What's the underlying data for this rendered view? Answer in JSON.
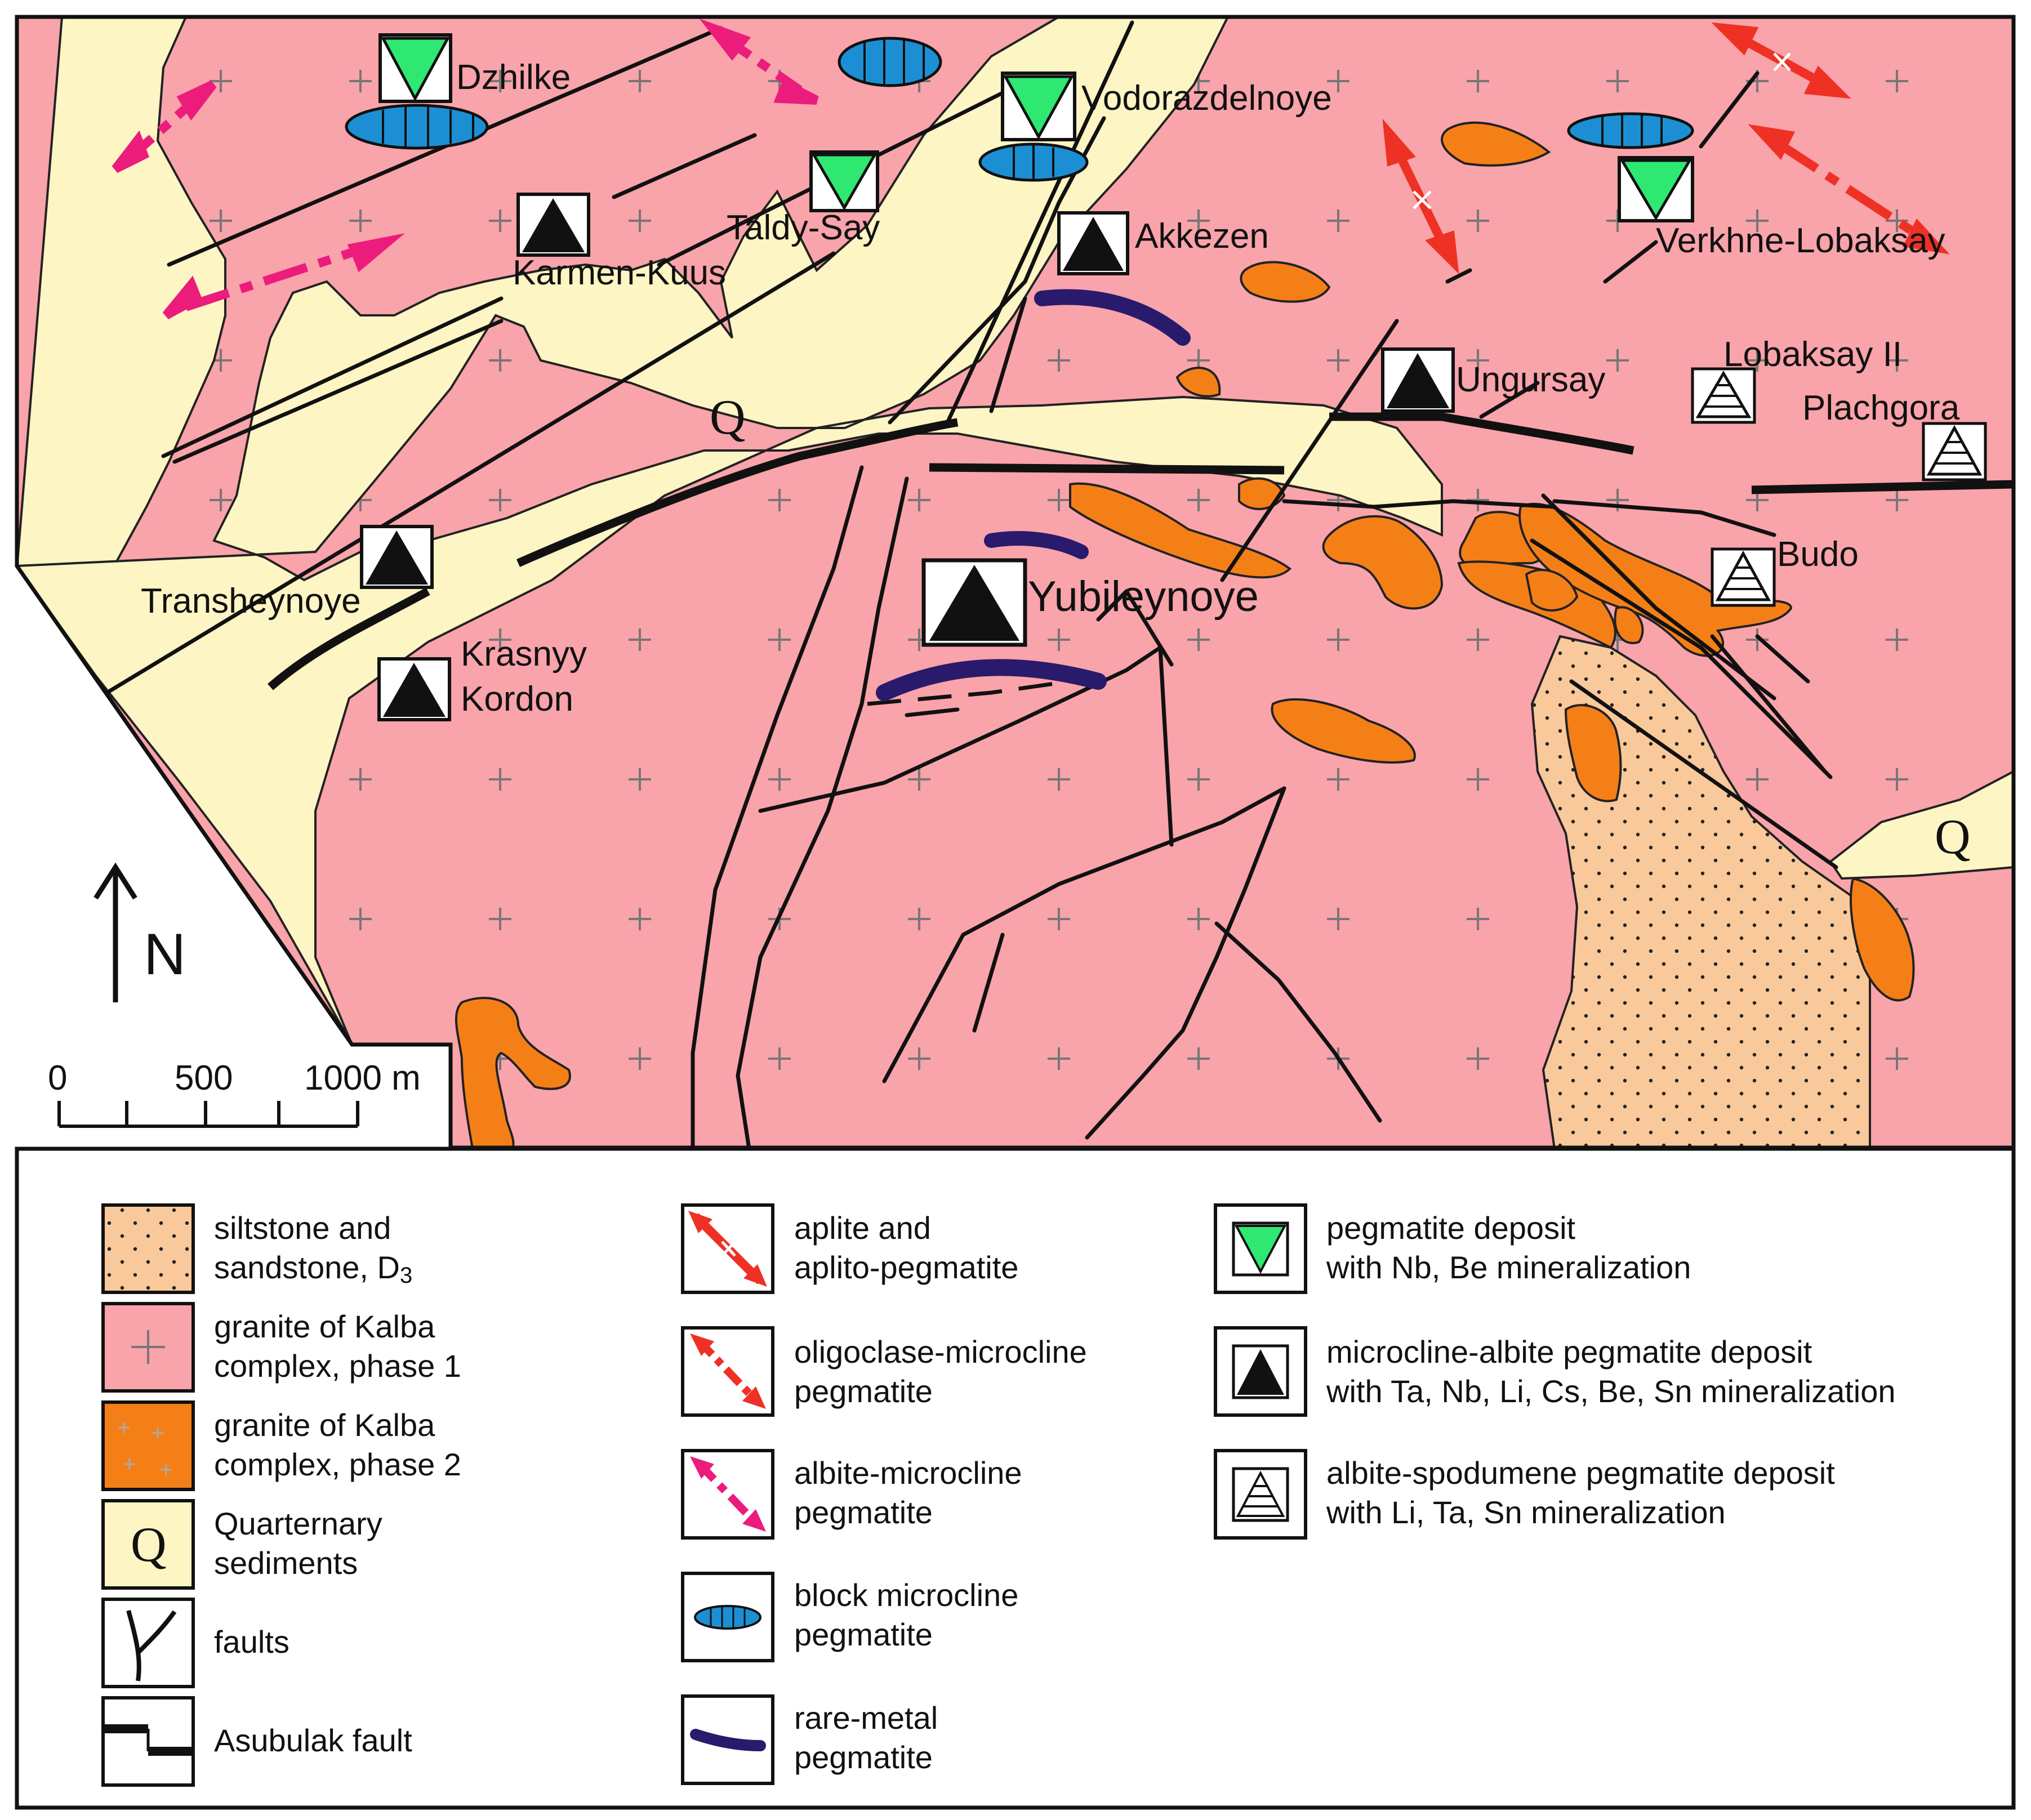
{
  "map": {
    "north_label": "N",
    "quaternary_symbol": "Q",
    "scale": {
      "labels": [
        "0",
        "500",
        "1000 m"
      ]
    },
    "deposits": [
      {
        "name": "Dzhilke",
        "type": "nb-be"
      },
      {
        "name": "Vodorazdelnoye",
        "type": "nb-be"
      },
      {
        "name": "Taldy-Say",
        "type": "nb-be"
      },
      {
        "name": "Verkhne-Lobaksay",
        "type": "nb-be"
      },
      {
        "name": "Karmen-Kuus",
        "type": "ta-nb-li"
      },
      {
        "name": "Akkezen",
        "type": "ta-nb-li"
      },
      {
        "name": "Ungursay",
        "type": "ta-nb-li"
      },
      {
        "name": "Transheynoye",
        "type": "ta-nb-li"
      },
      {
        "name": "Krasnyy",
        "type": "ta-nb-li"
      },
      {
        "name": "Kordon",
        "type": "label"
      },
      {
        "name": "Yubileynoye",
        "type": "ta-nb-li"
      },
      {
        "name": "Lobaksay II",
        "type": "li-ta-sn"
      },
      {
        "name": "Plachgora",
        "type": "li-ta-sn"
      },
      {
        "name": "Budo",
        "type": "li-ta-sn"
      }
    ]
  },
  "legend": {
    "col1": [
      {
        "id": "siltstone",
        "lines": [
          "siltstone and",
          "sandstone, D"
        ],
        "sub": "3",
        "color": "#f9c99b"
      },
      {
        "id": "granite1",
        "lines": [
          "granite of Kalba",
          "complex, phase 1"
        ],
        "color": "#f9a3aa"
      },
      {
        "id": "granite2",
        "lines": [
          "granite of Kalba",
          "complex, phase 2"
        ],
        "color": "#f57f17"
      },
      {
        "id": "quaternary",
        "lines": [
          "Quarternary",
          "sediments"
        ],
        "color": "#fdf5c4"
      },
      {
        "id": "faults",
        "lines": [
          "faults"
        ]
      },
      {
        "id": "asubulak",
        "lines": [
          "Asubulak fault"
        ]
      }
    ],
    "col2": [
      {
        "id": "aplite",
        "lines": [
          "aplite and",
          "aplito-pegmatite"
        ],
        "color": "#ee3124"
      },
      {
        "id": "oligoclase",
        "lines": [
          "oligoclase-microcline",
          "pegmatite"
        ],
        "color": "#ee3124"
      },
      {
        "id": "albite-microcline",
        "lines": [
          "albite-microcline",
          "pegmatite"
        ],
        "color": "#ec1c7d"
      },
      {
        "id": "block-microcline",
        "lines": [
          "block microcline",
          "pegmatite"
        ],
        "color": "#1c8fd4"
      },
      {
        "id": "rare-metal",
        "lines": [
          "rare-metal",
          "pegmatite"
        ],
        "color": "#2a1a6b"
      }
    ],
    "col3": [
      {
        "id": "nb-be",
        "lines": [
          "pegmatite deposit",
          "with Nb, Be mineralization"
        ],
        "color": "#2ee872"
      },
      {
        "id": "ta-nb-li",
        "lines": [
          "microcline-albite pegmatite deposit",
          "with Ta, Nb, Li, Cs, Be, Sn mineralization"
        ]
      },
      {
        "id": "li-ta-sn",
        "lines": [
          "albite-spodumene pegmatite deposit",
          "with Li, Ta, Sn mineralization"
        ]
      }
    ]
  }
}
